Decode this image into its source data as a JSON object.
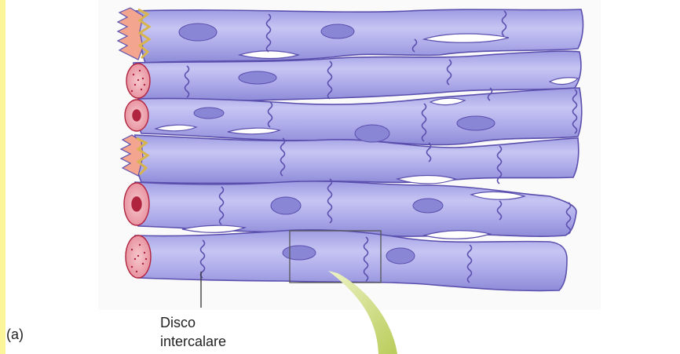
{
  "panel_label": "(a)",
  "callout_label_line1": "Disco",
  "callout_label_line2": "intercalare",
  "colors": {
    "cell_fill": "#a7a6e6",
    "cell_highlight": "#c9c8f4",
    "cell_outline": "#5b4fae",
    "nucleus": "#8a86d6",
    "cross_section_fill": "#f1b3bb",
    "cross_section_dot": "#b0243f",
    "yellow_strip": "#fdf59a",
    "magnifier": "#c7d677"
  }
}
